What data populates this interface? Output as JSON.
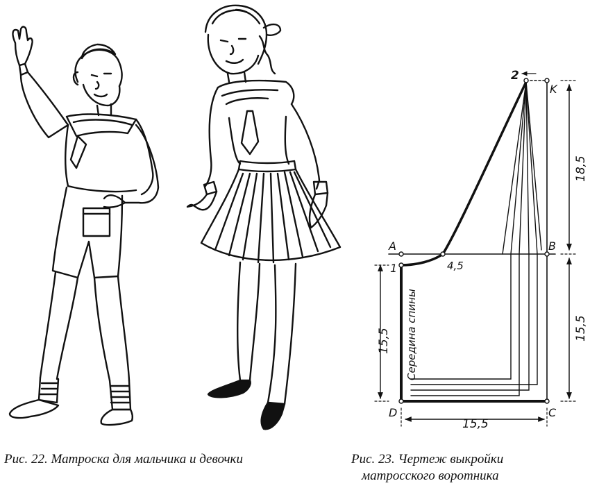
{
  "figure22": {
    "caption": "Рис. 22. Матроска для мальчика и девочки"
  },
  "figure23": {
    "caption_line1": "Рис. 23. Чертеж выкройки",
    "caption_line2": "матросского воротника",
    "labels": {
      "point_2": "2",
      "point_K": "K",
      "point_A": "A",
      "point_1": "1",
      "point_B": "B",
      "point_D": "D",
      "point_C": "C",
      "dim_right_top": "18,5",
      "dim_right_bottom": "15,5",
      "dim_left": "15,5",
      "dim_bottom": "15,5",
      "dim_neck": "4,5",
      "center_back": "Середина спины"
    }
  }
}
